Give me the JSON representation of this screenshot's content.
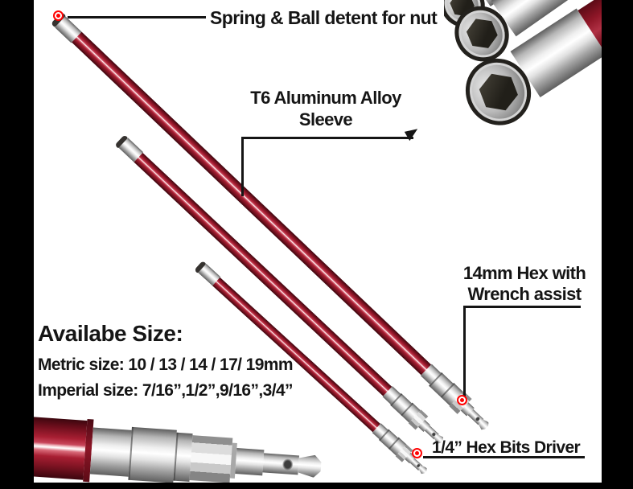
{
  "annotations": {
    "spring_ball": {
      "label": "Spring & Ball detent for nut"
    },
    "sleeve": {
      "line1": "T6 Aluminum Alloy",
      "line2": "Sleeve"
    },
    "hex14": {
      "line1": "14mm Hex with",
      "line2": "Wrench assist"
    },
    "sizes": {
      "title": "Availabe Size:",
      "metric": "Metric size: 10 / 13 / 14 / 17/ 19mm",
      "imperial": "Imperial size: 7/16”,1/2”,9/16”,3/4”"
    },
    "quarter_hex": {
      "label": "1/4” Hex Bits Driver"
    }
  },
  "markers": {
    "count": 3,
    "color": "#ff0202"
  },
  "colors": {
    "background": "#ffffff",
    "frame": "#000000",
    "ink": "#151515",
    "marker_red": "#ff0202",
    "tube_red_dark": "#3c060e",
    "tube_red_mid": "#a81f33",
    "tube_red_light": "#d96a79",
    "chrome_light": "#ffffff",
    "chrome_mid": "#c9c9c9",
    "chrome_dark": "#5f5f5f"
  }
}
